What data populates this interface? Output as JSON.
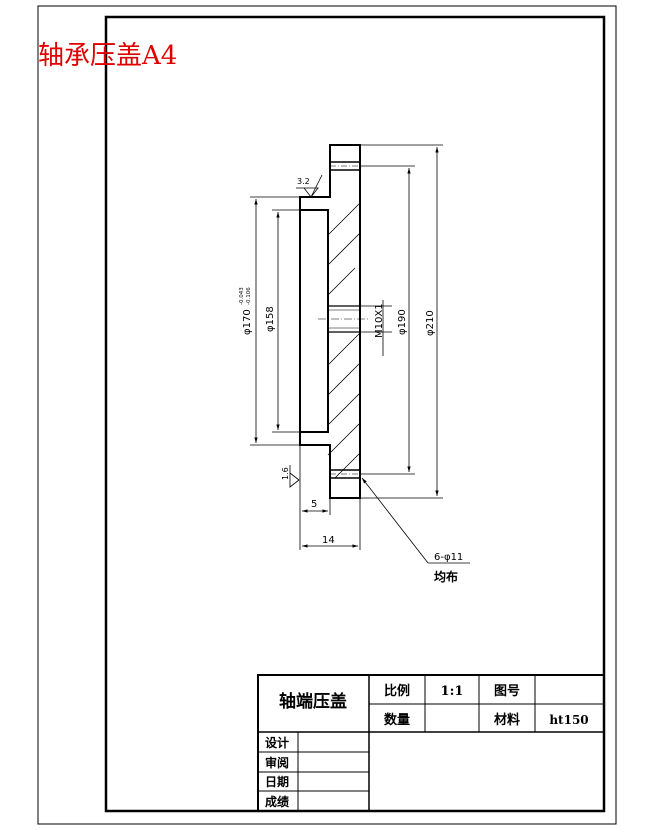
{
  "sheet_title": "轴承压盖A4",
  "dimensions": {
    "d170": "φ170",
    "d170_tol_upper": "-0.043",
    "d170_tol_lower": "-0.106",
    "d158": "φ158",
    "m10": "M10X1",
    "d190": "φ190",
    "d210": "φ210",
    "thickness_5": "5",
    "thickness_14": "14",
    "holes": "6-φ11",
    "holes_note": "均布"
  },
  "roughness": {
    "top": "3.2",
    "bottom": "1.6"
  },
  "title_block": {
    "part_name": "轴端压盖",
    "scale_label": "比例",
    "scale_value": "1:1",
    "drawing_no_label": "图号",
    "drawing_no_value": "",
    "quantity_label": "数量",
    "quantity_value": "",
    "material_label": "材料",
    "material_value": "ht150",
    "design_label": "设计",
    "review_label": "审阅",
    "date_label": "日期",
    "grade_label": "成绩"
  }
}
